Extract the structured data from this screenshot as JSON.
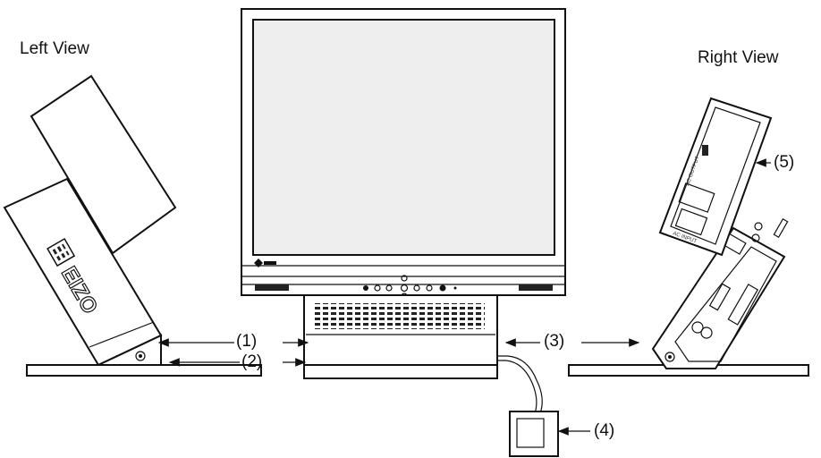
{
  "views": {
    "left_title": "Left View",
    "right_title": "Right View"
  },
  "callouts": [
    "(1)",
    "(2)",
    "(3)",
    "(4)",
    "(5)"
  ],
  "panel_text": {
    "ac_output": "AC OUTPUT",
    "ac_input": "AC INPUT"
  },
  "logo_text": "EIZO",
  "colors": {
    "line": "#111111",
    "background": "#ffffff",
    "screen": "#eeeeee"
  }
}
